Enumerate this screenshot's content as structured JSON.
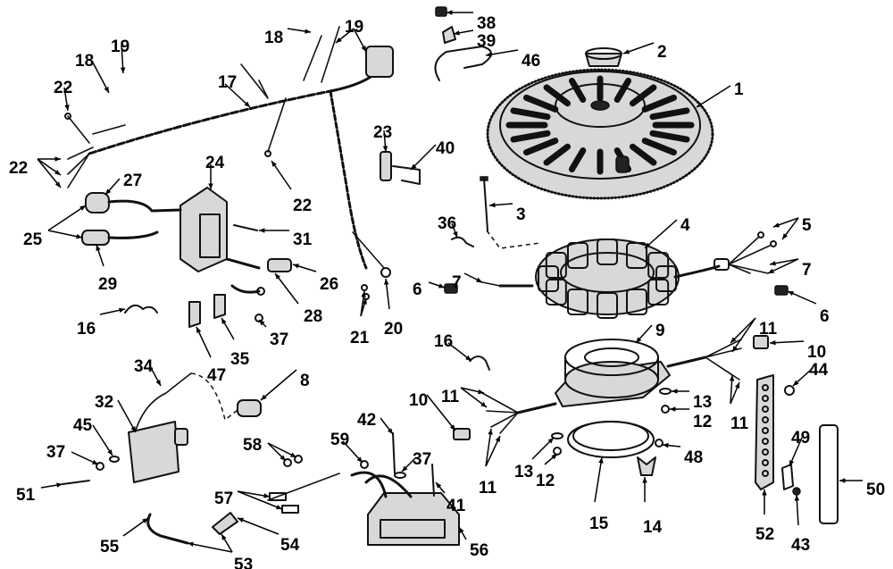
{
  "callouts": [
    {
      "id": "1",
      "text": "1"
    },
    {
      "id": "2",
      "text": "2"
    },
    {
      "id": "3",
      "text": "3"
    },
    {
      "id": "4",
      "text": "4"
    },
    {
      "id": "5",
      "text": "5"
    },
    {
      "id": "6a",
      "text": "6"
    },
    {
      "id": "6b",
      "text": "6"
    },
    {
      "id": "7a",
      "text": "7"
    },
    {
      "id": "7b",
      "text": "7"
    },
    {
      "id": "8",
      "text": "8"
    },
    {
      "id": "9",
      "text": "9"
    },
    {
      "id": "10a",
      "text": "10"
    },
    {
      "id": "10b",
      "text": "10"
    },
    {
      "id": "11a",
      "text": "11"
    },
    {
      "id": "11b",
      "text": "11"
    },
    {
      "id": "11c",
      "text": "11"
    },
    {
      "id": "11d",
      "text": "11"
    },
    {
      "id": "12a",
      "text": "12"
    },
    {
      "id": "12b",
      "text": "12"
    },
    {
      "id": "13a",
      "text": "13"
    },
    {
      "id": "13b",
      "text": "13"
    },
    {
      "id": "14",
      "text": "14"
    },
    {
      "id": "15",
      "text": "15"
    },
    {
      "id": "16a",
      "text": "16"
    },
    {
      "id": "16b",
      "text": "16"
    },
    {
      "id": "17",
      "text": "17"
    },
    {
      "id": "18a",
      "text": "18"
    },
    {
      "id": "18b",
      "text": "18"
    },
    {
      "id": "19a",
      "text": "19"
    },
    {
      "id": "19b",
      "text": "19"
    },
    {
      "id": "20",
      "text": "20"
    },
    {
      "id": "21",
      "text": "21"
    },
    {
      "id": "22a",
      "text": "22"
    },
    {
      "id": "22b",
      "text": "22"
    },
    {
      "id": "22c",
      "text": "22"
    },
    {
      "id": "23",
      "text": "23"
    },
    {
      "id": "24",
      "text": "24"
    },
    {
      "id": "25",
      "text": "25"
    },
    {
      "id": "26",
      "text": "26"
    },
    {
      "id": "27",
      "text": "27"
    },
    {
      "id": "28",
      "text": "28"
    },
    {
      "id": "29",
      "text": "29"
    },
    {
      "id": "31",
      "text": "31"
    },
    {
      "id": "32",
      "text": "32"
    },
    {
      "id": "34",
      "text": "34"
    },
    {
      "id": "35",
      "text": "35"
    },
    {
      "id": "36",
      "text": "36"
    },
    {
      "id": "37a",
      "text": "37"
    },
    {
      "id": "37b",
      "text": "37"
    },
    {
      "id": "37c",
      "text": "37"
    },
    {
      "id": "38",
      "text": "38"
    },
    {
      "id": "39",
      "text": "39"
    },
    {
      "id": "40",
      "text": "40"
    },
    {
      "id": "41",
      "text": "41"
    },
    {
      "id": "42",
      "text": "42"
    },
    {
      "id": "43",
      "text": "43"
    },
    {
      "id": "44",
      "text": "44"
    },
    {
      "id": "45",
      "text": "45"
    },
    {
      "id": "46",
      "text": "46"
    },
    {
      "id": "47",
      "text": "47"
    },
    {
      "id": "48",
      "text": "48"
    },
    {
      "id": "49",
      "text": "49"
    },
    {
      "id": "50",
      "text": "50"
    },
    {
      "id": "51",
      "text": "51"
    },
    {
      "id": "52",
      "text": "52"
    },
    {
      "id": "53",
      "text": "53"
    },
    {
      "id": "54",
      "text": "54"
    },
    {
      "id": "55",
      "text": "55"
    },
    {
      "id": "56",
      "text": "56"
    },
    {
      "id": "57",
      "text": "57"
    },
    {
      "id": "58",
      "text": "58"
    },
    {
      "id": "59",
      "text": "59"
    }
  ]
}
